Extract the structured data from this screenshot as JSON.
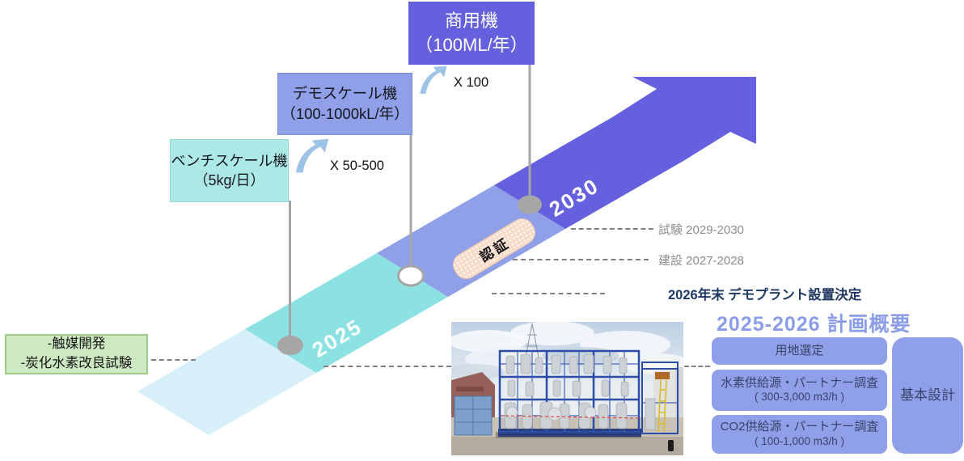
{
  "stages": {
    "commercial": {
      "line1": "商用機",
      "line2": "（100ML/年）"
    },
    "demo": {
      "line1": "デモスケール機",
      "line2": "（100-1000kL/年）"
    },
    "bench": {
      "line1": "ベンチスケール機",
      "line2": "（5kg/日）"
    },
    "lab": {
      "line1": "-触媒開発",
      "line2": "-炭化水素改良試験"
    }
  },
  "scale_factors": {
    "bench_to_demo": "X 50-500",
    "demo_to_commercial": "X 100"
  },
  "timeline": {
    "year_start": "2025",
    "year_end": "2030",
    "cert_label": "認証"
  },
  "milestones": {
    "test": "試験 2029-2030",
    "construction": "建設 2027-2028",
    "decision": "2026年末 デモプラント設置決定"
  },
  "plan": {
    "heading": "2025-2026 計画概要",
    "items": [
      {
        "label": "用地選定",
        "sub": ""
      },
      {
        "label": "水素供給源・パートナー調査",
        "sub": "( 300-3,000 m3/h )"
      },
      {
        "label": "CO2供給源・パートナー調査",
        "sub": "( 100-1,000 m3/h )"
      }
    ],
    "side": "基本設計"
  },
  "colors": {
    "purple": "#6560DE",
    "periwinkle": "#8FA0E9",
    "turquoise": "#8CE1E3",
    "pale_cyan": "#D6EFF8",
    "bench": "#ACE9E6",
    "green": "#CDE9C2",
    "green_border": "#9CCB85",
    "badge": "#F8DCC9",
    "heading": "#8B9CE8",
    "navy": "#1F3864",
    "gray_text": "#8C8C8C",
    "pin": "#A6A6A6",
    "dash": "#7F7F7F",
    "swoosh": "#9DC3E6"
  }
}
